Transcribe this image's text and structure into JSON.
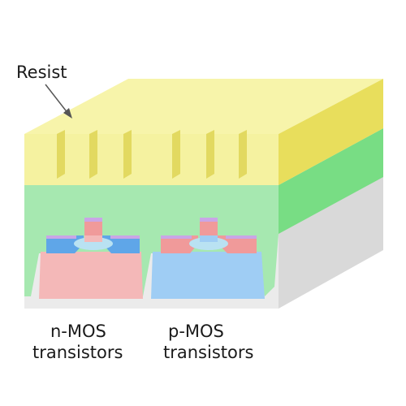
{
  "labels": {
    "resist": "Resist",
    "nmos_line1": "n-MOS",
    "nmos_line2": "transistors",
    "pmos_line1": "p-MOS",
    "pmos_line2": "transistors"
  },
  "colors": {
    "resist_front": "#f5f2a0",
    "resist_top": "#f7f4aa",
    "resist_side": "#e8de5c",
    "resist_trench": "#e2d960",
    "oxide_front": "#a6e8b0",
    "oxide_side": "#78dd84",
    "substrate_front": "#ebebeb",
    "substrate_side": "#d9d9d9",
    "n_well": "#f4b8b8",
    "p_well": "#9fcdf4",
    "n_doped": "#f09a9a",
    "p_doped": "#5fa6e8",
    "gate_oxide": "#c9a6e6",
    "spacer": "#b9e2f2",
    "arrow": "#555555"
  }
}
